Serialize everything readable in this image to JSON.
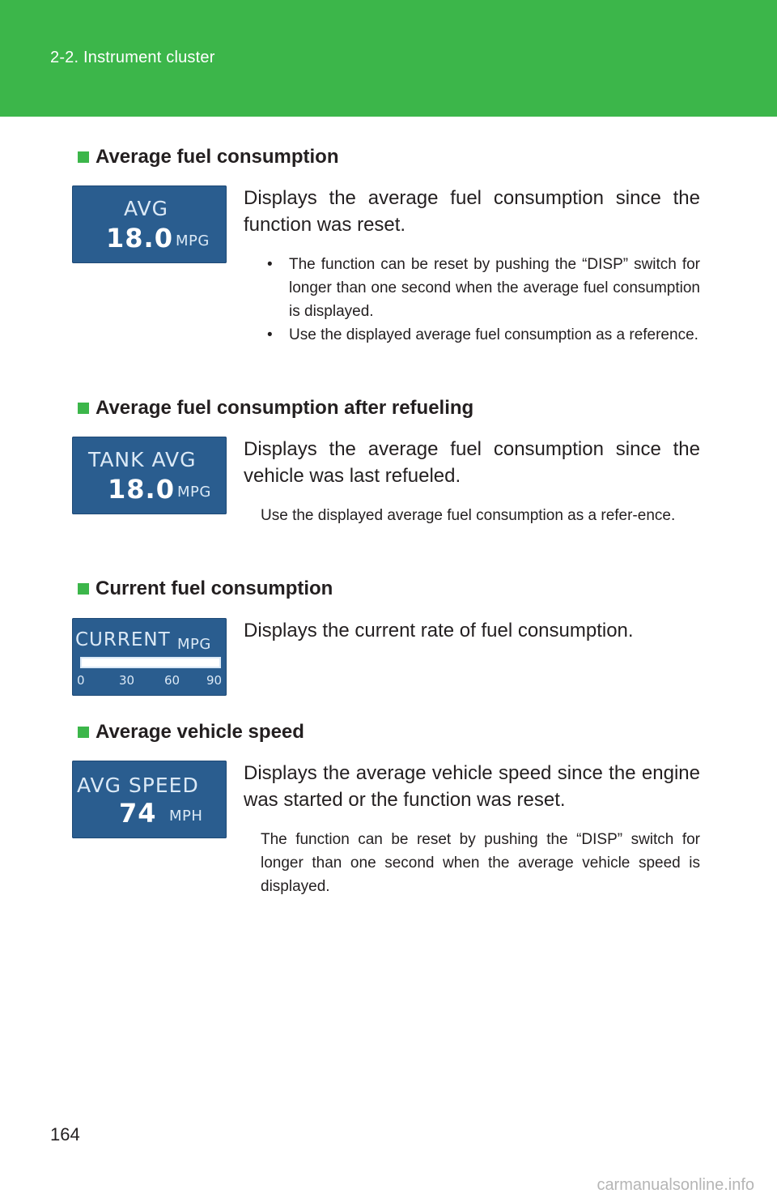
{
  "header": {
    "title": "2-2. Instrument cluster",
    "color": "#3cb64a"
  },
  "sections": [
    {
      "heading": "Average fuel consumption",
      "display": {
        "label": "AVG",
        "value": "18.0",
        "unit": "MPG"
      },
      "description": "Displays the average fuel consumption since the function was reset.",
      "bullets": [
        "The function can be reset by pushing the “DISP” switch for longer than one second when the average fuel consumption is displayed.",
        "Use the displayed average fuel consumption as a reference."
      ]
    },
    {
      "heading": "Average fuel consumption after refueling",
      "display": {
        "label": "TANK AVG",
        "value": "18.0",
        "unit": "MPG"
      },
      "description": "Displays the average fuel consumption since the vehicle was last refueled.",
      "note": "Use the displayed average fuel consumption as a refer-ence."
    },
    {
      "heading": "Current fuel consumption",
      "display": {
        "label": "CURRENT",
        "unit": "MPG",
        "scale": [
          "0",
          "30",
          "60",
          "90"
        ],
        "bar_level": 1.0
      },
      "description": "Displays the current rate of fuel consumption."
    },
    {
      "heading": "Average vehicle speed",
      "display": {
        "label": "AVG SPEED",
        "value": "74",
        "unit": "MPH"
      },
      "description": "Displays the average vehicle speed since the engine was started or the function was reset.",
      "note": "The function can be reset by pushing the “DISP” switch for longer than one second when the average vehicle speed is displayed."
    }
  ],
  "page_number": "164",
  "watermark": "carmanualsonline.info"
}
